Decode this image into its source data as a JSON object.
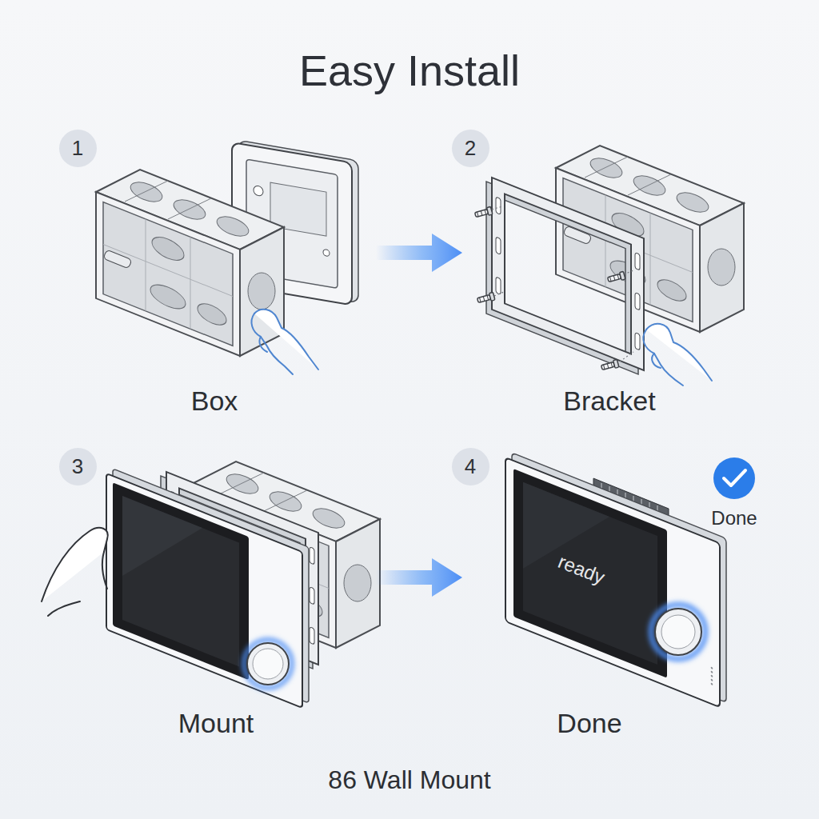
{
  "diagram": {
    "title": "Easy Install",
    "caption": "86 Wall Mount",
    "nodes": [
      {
        "text": [
          "1"
        ]
      },
      {
        "text": [
          "2"
        ]
      },
      {
        "text": [
          "3"
        ]
      },
      {
        "text": [
          "4"
        ]
      }
    ],
    "labels": [
      "Box",
      "Bracket",
      "Done",
      "ready",
      "Mount",
      "Done"
    ]
  }
}
